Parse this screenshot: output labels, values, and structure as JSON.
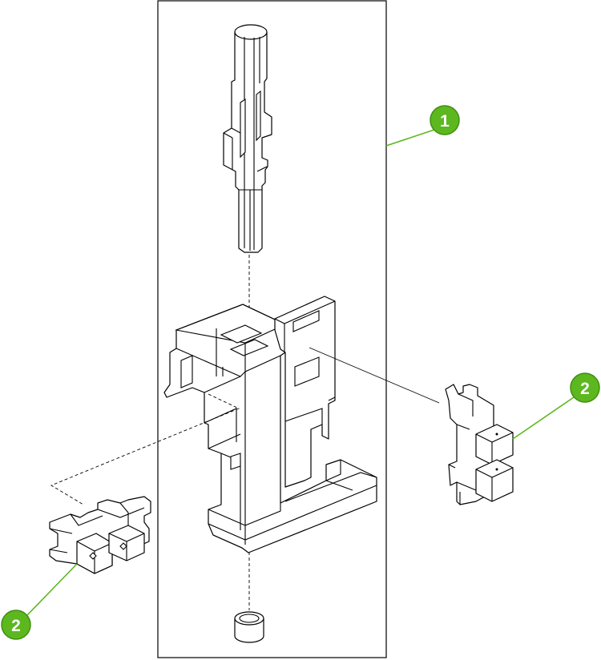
{
  "callouts": [
    {
      "label": "1"
    },
    {
      "label": "2"
    },
    {
      "label": "2"
    }
  ],
  "colors": {
    "callout_fill": "#5cb81e",
    "callout_stroke": "#3f8f10",
    "leader_line": "#5cb81e",
    "line_art": "#000000",
    "background": "#ffffff"
  }
}
